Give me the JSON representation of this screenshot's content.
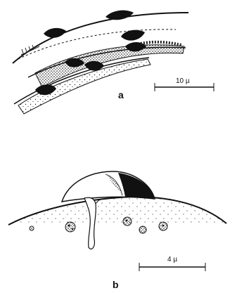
{
  "panels": [
    {
      "label": "a",
      "scale_bar": "10 µ"
    },
    {
      "label": "b",
      "scale_bar": "4 µ"
    }
  ],
  "colors": {
    "ink": "#111111",
    "background": "#ffffff"
  }
}
